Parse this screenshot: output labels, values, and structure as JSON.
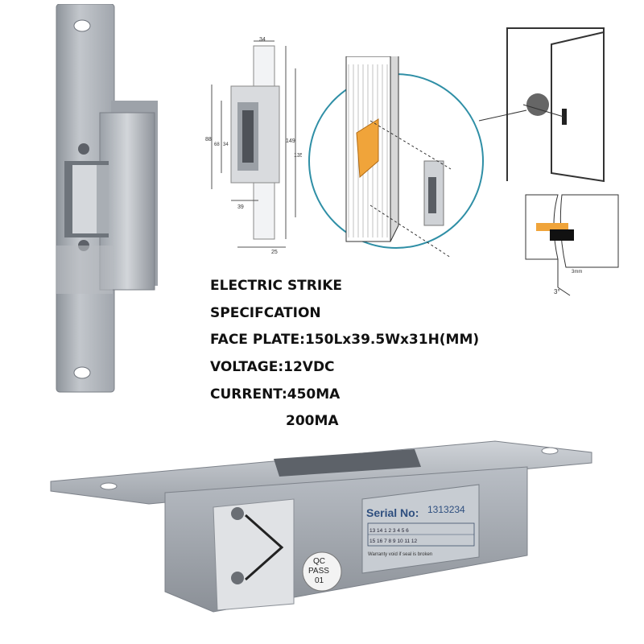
{
  "spec": {
    "line1": "ELECTRIC STRIKE",
    "line2": "SPECIFCATION",
    "line3": "FACE PLATE:150Lx39.5Wx31H(MM)",
    "line4": "VOLTAGE:12VDC",
    "line5": "CURRENT:450MA",
    "line6": "200MA"
  },
  "drawing": {
    "dim_34_top": "34",
    "dim_88": "88",
    "dim_68": "68",
    "dim_34_side": "34",
    "dim_149": "149",
    "dim_135": "135",
    "dim_39": "39",
    "dim_25": "25"
  },
  "bottom_product": {
    "serial_label": "Serial No:",
    "serial_value": "1313234",
    "table_row1": [
      "13",
      "14",
      "1",
      "2",
      "3",
      "4",
      "5",
      "6"
    ],
    "table_row2": [
      "15",
      "16",
      "7",
      "8",
      "9",
      "10",
      "11",
      "12"
    ],
    "warranty": "Warranty void if seal is broken",
    "qc1": "QC",
    "qc2": "PASS",
    "qc3": "01"
  },
  "install_detail": {
    "dim_3mm": "3mm",
    "angle": "3°"
  },
  "colors": {
    "metal_light": "#c9ccd1",
    "metal_mid": "#a7abb2",
    "metal_dark": "#6e737b",
    "teal_circle": "#2f8fa6",
    "orange": "#f0a43a"
  }
}
